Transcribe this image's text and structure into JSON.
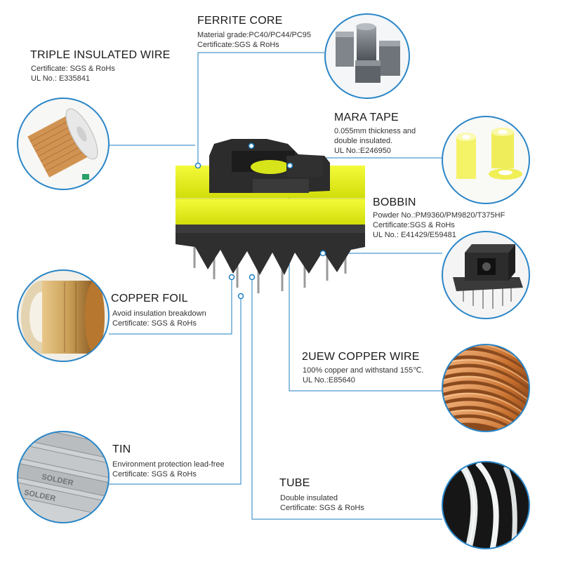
{
  "components": {
    "triple_insulated_wire": {
      "title": "TRIPLE INSULATED WIRE",
      "lines": [
        "Certificate:  SGS & RoHs",
        "UL No.:  E335841"
      ]
    },
    "ferrite_core": {
      "title": "FERRITE CORE",
      "lines": [
        "Material grade:PC40/PC44/PC95",
        "Certificate:SGS & RoHs"
      ]
    },
    "mara_tape": {
      "title": "MARA TAPE",
      "lines": [
        "0.055mm thickness and",
        "double insulated.",
        "UL No.:E246950"
      ]
    },
    "bobbin": {
      "title": "BOBBIN",
      "lines": [
        "Powder No.:PM9360/PM9820/T375HF",
        "Certificate:SGS & RoHs",
        "UL No.:  E41429/E59481"
      ]
    },
    "copper_foil": {
      "title": "COPPER FOIL",
      "lines": [
        "Avoid insulation breakdown",
        "Certificate:  SGS & RoHs"
      ]
    },
    "copper_wire_2uew": {
      "title": "2UEW COPPER WIRE",
      "lines": [
        "100% copper and withstand 155℃.",
        "UL No.:E85640"
      ]
    },
    "tin": {
      "title": "TIN",
      "lines": [
        "Environment protection lead-free",
        "Certificate:  SGS & RoHs"
      ]
    },
    "tube": {
      "title": "TUBE",
      "lines": [
        "Double insulated",
        "Certificate:  SGS & RoHs"
      ]
    }
  },
  "photo_text": {
    "solder_strip_a": "SOLDER",
    "solder_strip_b": "SOLDER"
  },
  "colors": {
    "leader_line": "#1d7fc1",
    "circle_border": "#2a86c8",
    "core_yellow": "#e6f216",
    "bobbin_black": "#2e2e2e",
    "copper": "#c9763a"
  }
}
